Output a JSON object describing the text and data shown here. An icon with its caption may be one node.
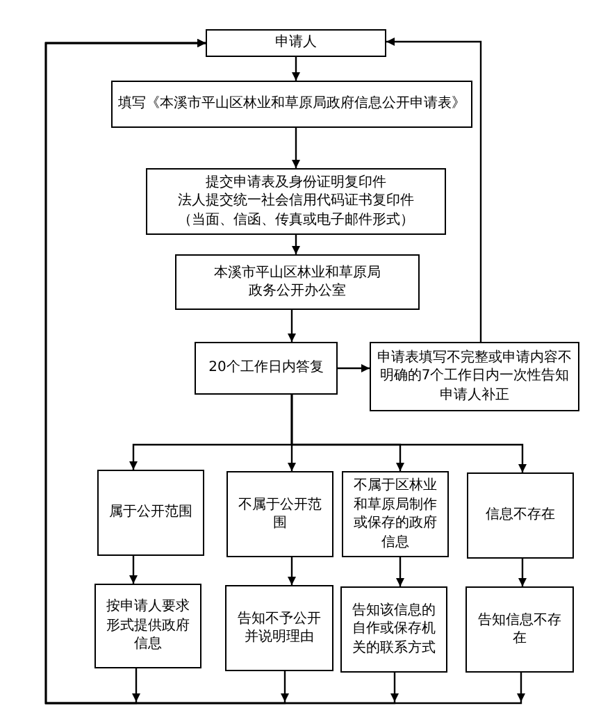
{
  "diagram": {
    "nodes": [
      {
        "text": [
          "申请人"
        ]
      },
      {
        "text": [
          "填写《本溪市平山区林业和草原局政府信息公开申请表》"
        ]
      },
      {
        "text": [
          "提交申请表及身份证明复印件",
          "法人提交统一社会信用代码证书复印件",
          "（当面、信函、传真或电子邮件形式）"
        ]
      },
      {
        "text": [
          "本溪市平山区林业和草原局",
          "政务公开办公室"
        ]
      },
      {
        "text": [
          "20个工作日内答复"
        ]
      },
      {
        "text": [
          "申请表填写不完整或申请内容不明确的7个工作日内一次性告知申请人补正"
        ]
      },
      {
        "text": [
          "属于公开范围"
        ]
      },
      {
        "text": [
          "不属于公开范围"
        ]
      },
      {
        "text": [
          "不属于区林业和草原局制作或保存的政府信息"
        ]
      },
      {
        "text": [
          "信息不存在"
        ]
      },
      {
        "text": [
          "按申请人要求形式提供政府信息"
        ]
      },
      {
        "text": [
          "告知不予公开并说明理由"
        ]
      },
      {
        "text": [
          "告知该信息的自作或保存机关的联系方式"
        ]
      },
      {
        "text": [
          "告知信息不存在"
        ]
      }
    ],
    "edges": [
      {
        "from": 0,
        "to": 1,
        "arrow": "to"
      },
      {
        "from": 1,
        "to": 2,
        "arrow": "to"
      },
      {
        "from": 2,
        "to": 3,
        "arrow": "to"
      },
      {
        "from": 3,
        "to": 4,
        "arrow": "to"
      },
      {
        "from": 4,
        "to": 5,
        "arrow": "to"
      },
      {
        "from": 5,
        "to": 0,
        "arrow": "to"
      },
      {
        "from": 4,
        "to": 6,
        "arrow": "to"
      },
      {
        "from": 4,
        "to": 7,
        "arrow": "to"
      },
      {
        "from": 4,
        "to": 8,
        "arrow": "to"
      },
      {
        "from": 4,
        "to": 9,
        "arrow": "to"
      },
      {
        "from": 6,
        "to": 10,
        "arrow": "to"
      },
      {
        "from": 7,
        "to": 11,
        "arrow": "to"
      },
      {
        "from": 8,
        "to": 12,
        "arrow": "to"
      },
      {
        "from": 9,
        "to": 13,
        "arrow": "to"
      },
      {
        "from": 10,
        "to": 0,
        "arrow": "to"
      },
      {
        "from": 11,
        "to": 0,
        "arrow": "to"
      },
      {
        "from": 12,
        "to": 0,
        "arrow": "to"
      },
      {
        "from": 13,
        "to": 0,
        "arrow": "to"
      }
    ]
  }
}
